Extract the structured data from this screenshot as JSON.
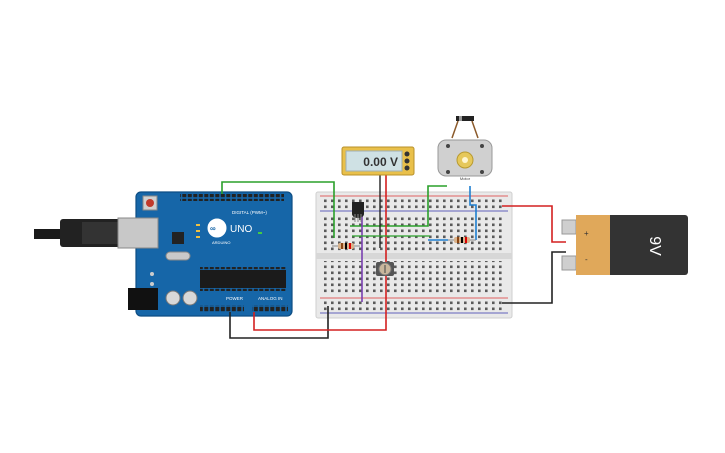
{
  "arduino": {
    "brand": "ARDUINO",
    "model": "UNO",
    "digital_label": "DIGITAL (PWM~)",
    "power_label": "POWER",
    "analog_label": "ANALOG IN",
    "icon": "arduino-uno-board"
  },
  "multimeter": {
    "reading": "0.00 V",
    "icon": "multimeter"
  },
  "motor": {
    "label": "Motor",
    "icon": "dc-motor"
  },
  "battery": {
    "label": "9V",
    "plus": "+",
    "minus": "-",
    "icon": "9v-battery"
  },
  "breadboard": {
    "icon": "breadboard"
  },
  "wire_colors": {
    "red": "#d42020",
    "black": "#222222",
    "green": "#2aa02a",
    "blue": "#1f7fd0",
    "purple": "#7a3fb0"
  }
}
